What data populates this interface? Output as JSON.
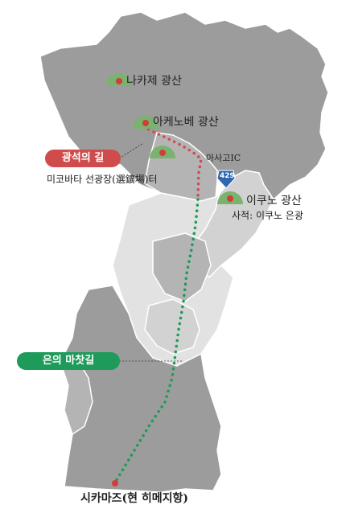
{
  "colors": {
    "region_dark": "#9c9c9c",
    "region_mid": "#b4b4b4",
    "region_light": "#d2d2d2",
    "region_lightest": "#e2e2e2",
    "border": "#ffffff",
    "mine_green": "#79b36e",
    "mine_dot": "#d23c3c",
    "mineral_road": "#d04c4c",
    "silver_road": "#1e9a5a",
    "route_shield": "#2f68b0"
  },
  "mines": [
    {
      "name": "나카제 광산"
    },
    {
      "name": "아케노베 광산"
    },
    {
      "name": ""
    },
    {
      "name": "이쿠노 광산"
    }
  ],
  "places": {
    "asago_ic": "아사고IC",
    "mikobata": "미코바타 선광장(選鑛場)터",
    "ikuno_site": "사적: 이쿠노 은광",
    "shikamazu": "시카마즈(현 히메지항)"
  },
  "route_number": "429",
  "legend": {
    "mineral_road": "광석의 길",
    "silver_road": "은의 마찻길"
  }
}
